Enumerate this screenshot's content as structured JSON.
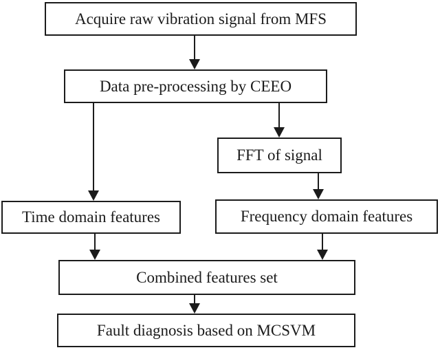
{
  "diagram": {
    "nodes": {
      "acquire": {
        "label": "Acquire raw vibration signal from MFS"
      },
      "preprocess": {
        "label": "Data pre-processing by CEEO"
      },
      "fft": {
        "label": "FFT of signal"
      },
      "time_features": {
        "label": "Time domain features"
      },
      "freq_features": {
        "label": "Frequency domain features"
      },
      "combined": {
        "label": "Combined features set"
      },
      "diagnosis": {
        "label": "Fault diagnosis based on MCSVM"
      }
    },
    "edges": [
      {
        "from": "acquire",
        "to": "preprocess"
      },
      {
        "from": "preprocess",
        "to": "time_features"
      },
      {
        "from": "preprocess",
        "to": "fft"
      },
      {
        "from": "fft",
        "to": "freq_features"
      },
      {
        "from": "time_features",
        "to": "combined"
      },
      {
        "from": "freq_features",
        "to": "combined"
      },
      {
        "from": "combined",
        "to": "diagnosis"
      }
    ],
    "colors": {
      "line": "#1b1b1b",
      "box_fill": "#ffffff",
      "text": "#1b1b1b",
      "background": "#ffffff"
    }
  }
}
